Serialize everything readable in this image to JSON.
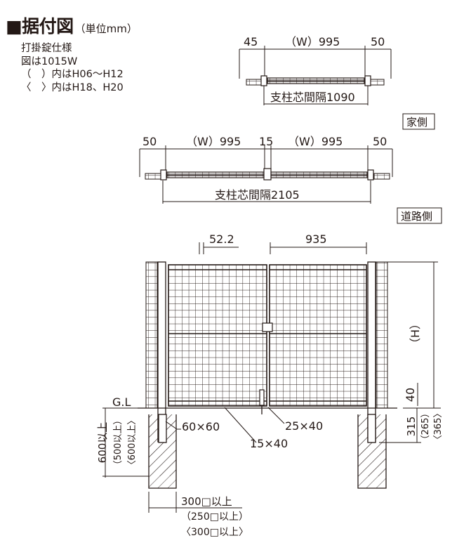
{
  "title": "■据付図",
  "unit_note": "（単位mm）",
  "notes": [
    "打掛錠仕様",
    "図は1015W",
    "（　）内はH06～H12",
    "〈　〉内はH18、H20"
  ],
  "top_single": {
    "dims": [
      "45",
      "（W）995",
      "50"
    ],
    "pitch": "支柱芯間隔1090",
    "side_label": "家側"
  },
  "top_double": {
    "dims": [
      "50",
      "（W）995",
      "15",
      "（W）995",
      "50"
    ],
    "pitch": "支柱芯間隔2105",
    "side_label": "道路側"
  },
  "elevation": {
    "mesh_pitch": "52.2",
    "leaf_width": "935",
    "height": "（H）",
    "gap_bottom": "40",
    "gl": "G.L",
    "post": "60×60",
    "latch": "25×40",
    "frame": "15×40",
    "embed_depth": [
      "315",
      "（265）",
      "〈365〉"
    ],
    "found_depth": [
      "600以上",
      "（500以上）",
      "〈600以上〉"
    ],
    "found_width": [
      "300□以上",
      "（250□以上）",
      "〈300□以上〉"
    ]
  },
  "colors": {
    "ink": "#231815",
    "paper": "#ffffff"
  }
}
